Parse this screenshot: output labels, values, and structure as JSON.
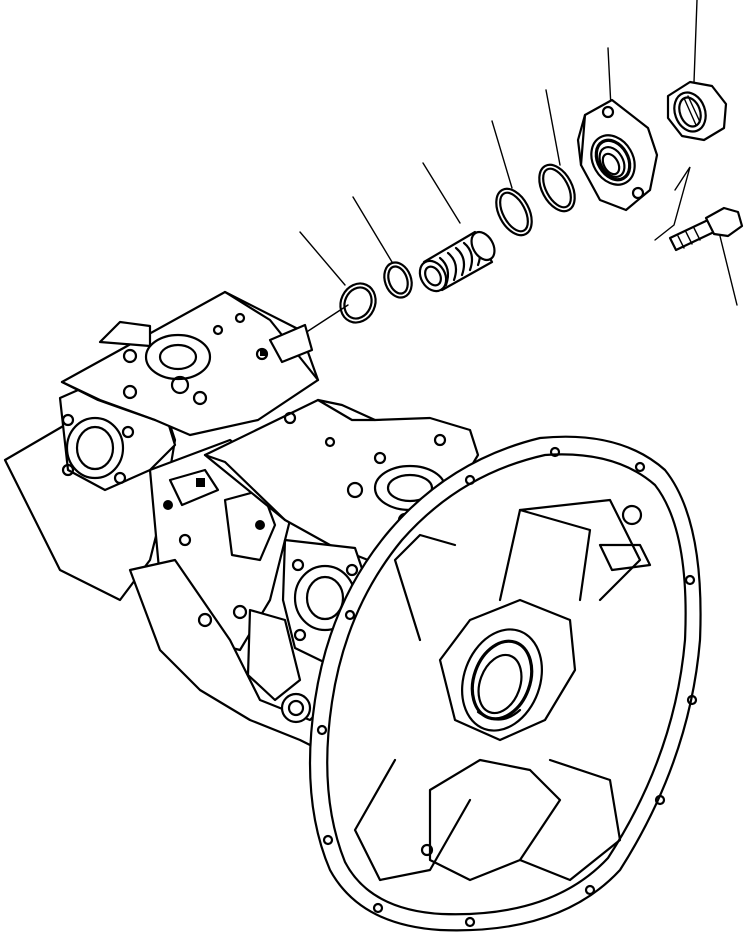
{
  "diagram": {
    "kind": "exploded-parts-view",
    "subject": "hydraulic-pump-assembly",
    "visible_text": [],
    "line_color": "#000000",
    "background_color": "#ffffff",
    "callout_count": 7,
    "parts": [
      {
        "id": "o-ring-small",
        "icon": "o-ring-icon"
      },
      {
        "id": "o-ring-medium",
        "icon": "o-ring-icon"
      },
      {
        "id": "spring-sleeve",
        "icon": "spring-icon"
      },
      {
        "id": "o-ring-large-1",
        "icon": "o-ring-icon"
      },
      {
        "id": "o-ring-large-2",
        "icon": "o-ring-icon"
      },
      {
        "id": "flange-cover",
        "icon": "flange-icon"
      },
      {
        "id": "hex-nut",
        "icon": "nut-icon"
      },
      {
        "id": "bolt",
        "icon": "bolt-icon"
      }
    ]
  }
}
